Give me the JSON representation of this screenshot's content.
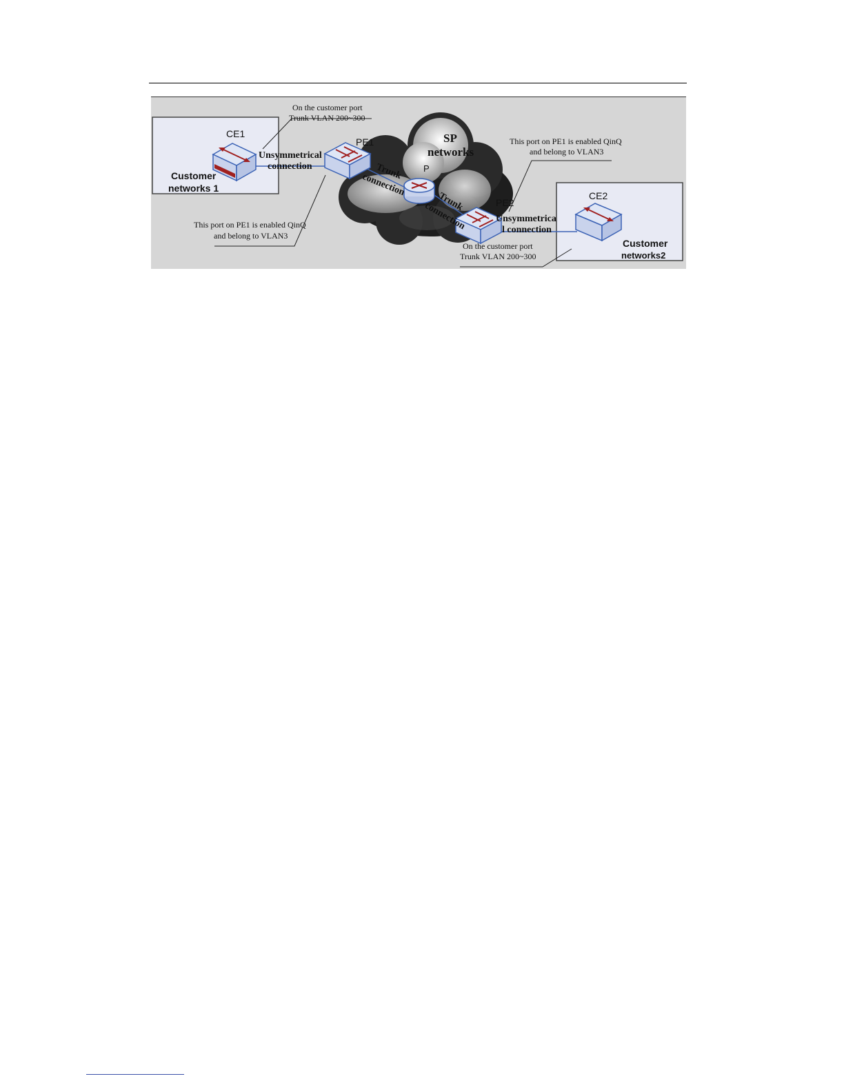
{
  "diagram": {
    "ce1": {
      "device_label": "CE1",
      "network_label_line1": "Customer",
      "network_label_line2": "networks 1"
    },
    "ce2": {
      "device_label": "CE2",
      "network_label_line1": "Customer",
      "network_label_line2": "networks2"
    },
    "pe1": {
      "label": "PE1"
    },
    "pe2": {
      "label": "PE2"
    },
    "p": {
      "label": "P"
    },
    "sp_cloud": {
      "line1": "SP",
      "line2": "networks"
    },
    "links": {
      "left_unsym_line1": "Unsymmetrical",
      "left_unsym_line2": "connection",
      "trunk1_line1": "Trunk",
      "trunk1_line2": "connection",
      "trunk2_line1": "Trunk",
      "trunk2_line2": "connection",
      "right_unsym_line1": "Unsymmetrica",
      "right_unsym_line2": "l connection"
    },
    "callouts": {
      "top_left_line1": "On the customer port",
      "top_left_line2": "Trunk VLAN 200~300",
      "bottom_left_line1": "This port on PE1 is enabled QinQ",
      "bottom_left_line2": "and belong to VLAN3",
      "top_right_line1": "This port on PE1 is enabled QinQ",
      "top_right_line2": "and belong to VLAN3",
      "bottom_right_line1": "On the customer port",
      "bottom_right_line2": "Trunk VLAN 200~300"
    },
    "colors": {
      "background": "#d6d6d6",
      "customer_box": "#e8eaf4",
      "device_face": "#dfe6f6",
      "device_edge": "#3c63b5",
      "arrow": "#a02020",
      "cloud_dark": "#2a2a2a"
    }
  }
}
